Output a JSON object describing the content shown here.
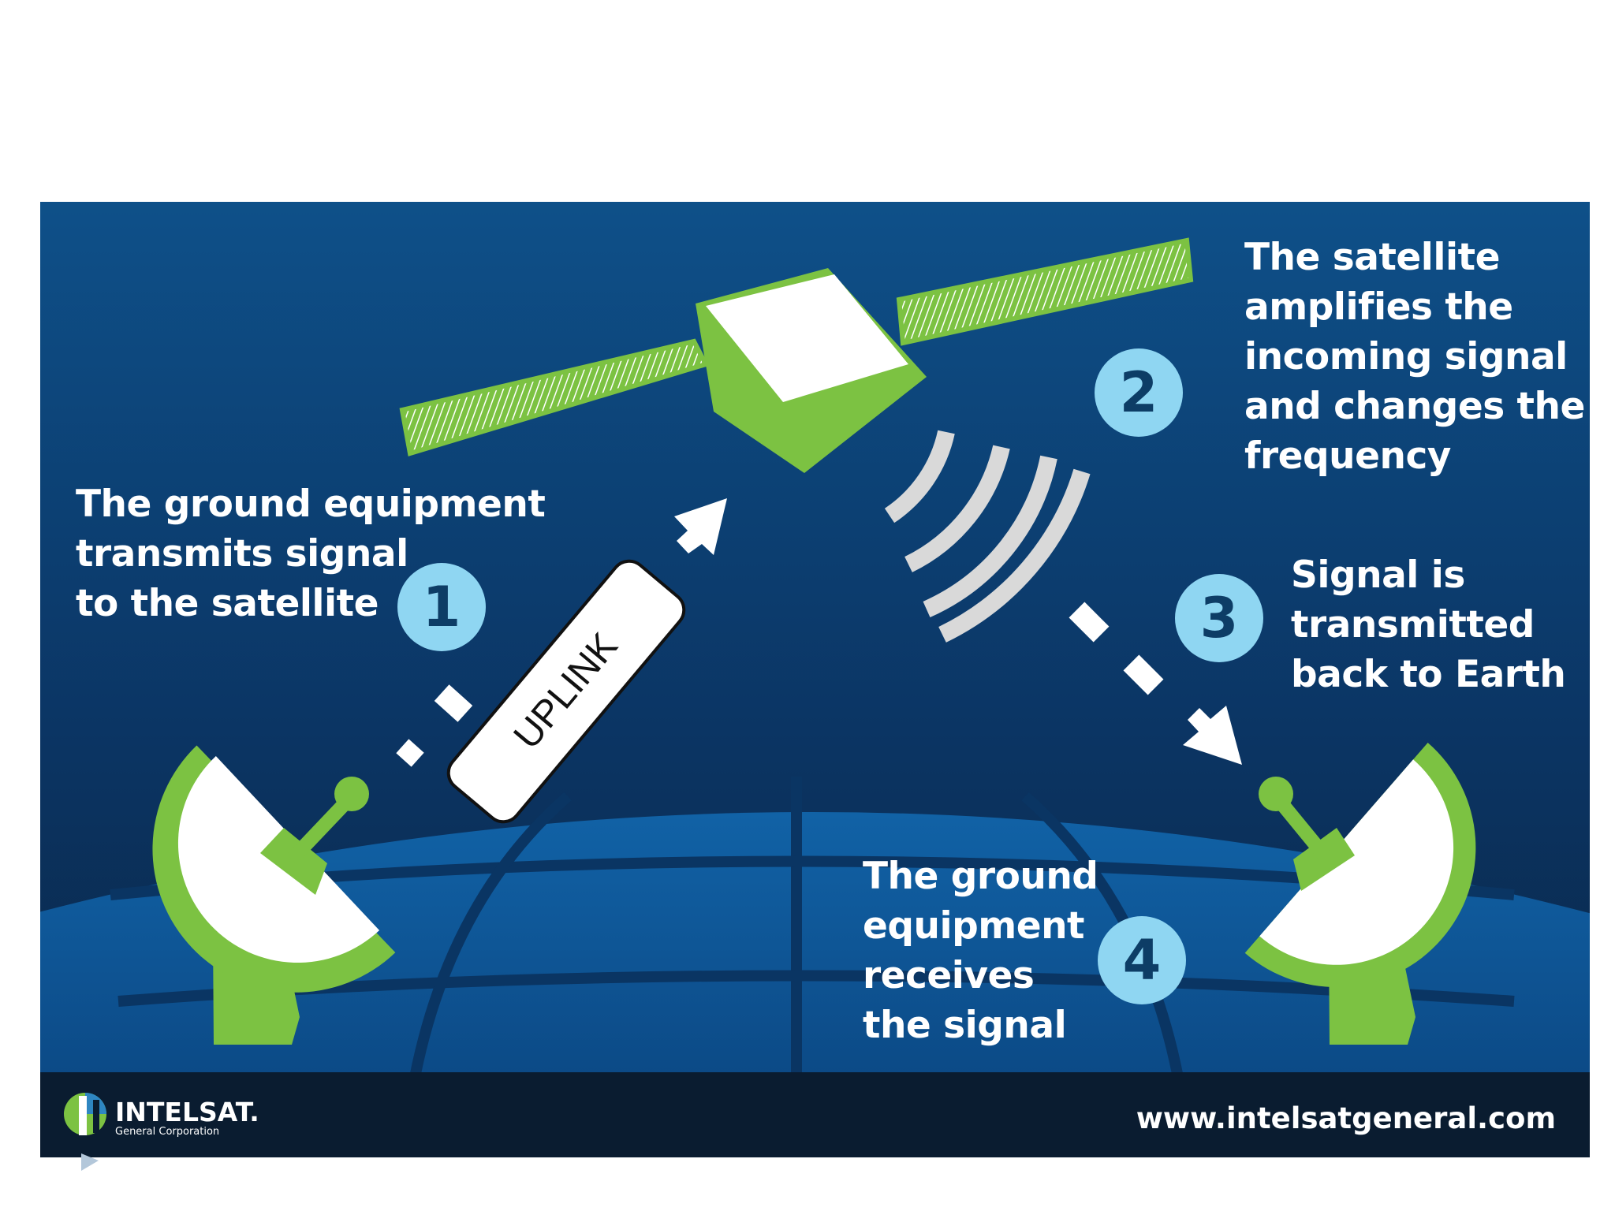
{
  "steps": [
    {
      "number": "1",
      "lines": [
        "The ground equipment",
        "transmits signal",
        "to the satellite"
      ]
    },
    {
      "number": "2",
      "lines": [
        "The satellite",
        "amplifies the",
        "incoming signal",
        "and changes the",
        "frequency"
      ]
    },
    {
      "number": "3",
      "lines": [
        "Signal is",
        "transmitted",
        "back to Earth"
      ]
    },
    {
      "number": "4",
      "lines": [
        "The ground",
        "equipment",
        "receives",
        "the signal"
      ]
    }
  ],
  "uplink_label": "UPLINK",
  "logo": {
    "name": "INTELSAT.",
    "subtitle": "General Corporation"
  },
  "footer_url": "www.intelsatgeneral.com",
  "colors": {
    "background_top": "#0e4f85",
    "background_bottom": "#0a2a4c",
    "earth": "#0f5291",
    "accent_green": "#7cc242",
    "badge": "#8fd6f2",
    "footer_bar": "#0a1c30"
  },
  "icons": [
    "satellite-icon",
    "transmitting-dish-icon",
    "receiving-dish-icon",
    "signal-waves-icon",
    "intelsat-logo-icon"
  ]
}
